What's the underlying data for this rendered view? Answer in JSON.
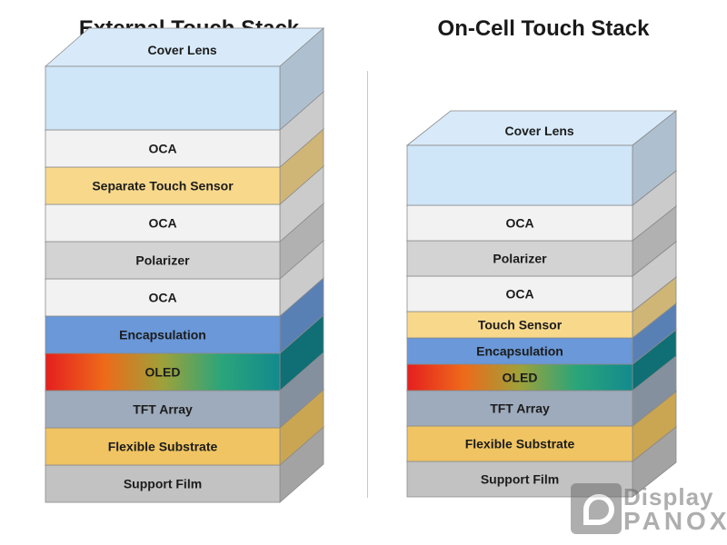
{
  "left_stack": {
    "title": "External Touch Stack",
    "layers": [
      {
        "label": "Cover Lens",
        "color": "#cfe5f8"
      },
      {
        "label": "OCA",
        "color": "#f2f2f2"
      },
      {
        "label": "Separate Touch Sensor",
        "color": "#f8d98c"
      },
      {
        "label": "OCA",
        "color": "#f2f2f2"
      },
      {
        "label": "Polarizer",
        "color": "#d3d3d3"
      },
      {
        "label": "OCA",
        "color": "#f2f2f2"
      },
      {
        "label": "Encapsulation",
        "color": "#6a98d8"
      },
      {
        "label": "OLED",
        "color": "oled"
      },
      {
        "label": "TFT Array",
        "color": "#9eabbc"
      },
      {
        "label": "Flexible Substrate",
        "color": "#f0c462"
      },
      {
        "label": "Support Film",
        "color": "#c2c2c2"
      }
    ]
  },
  "right_stack": {
    "title": "On-Cell Touch Stack",
    "layers": [
      {
        "label": "Cover Lens",
        "color": "#cfe5f8"
      },
      {
        "label": "OCA",
        "color": "#f2f2f2"
      },
      {
        "label": "Polarizer",
        "color": "#d3d3d3"
      },
      {
        "label": "OCA",
        "color": "#f2f2f2"
      },
      {
        "label": "Touch Sensor",
        "color": "#f8d98c"
      },
      {
        "label": "Encapsulation",
        "color": "#6a98d8"
      },
      {
        "label": "OLED",
        "color": "oled"
      },
      {
        "label": "TFT Array",
        "color": "#9eabbc"
      },
      {
        "label": "Flexible Substrate",
        "color": "#f0c462"
      },
      {
        "label": "Support Film",
        "color": "#c2c2c2"
      }
    ]
  },
  "watermark": {
    "line1": "Display",
    "line2": "PANOX"
  }
}
